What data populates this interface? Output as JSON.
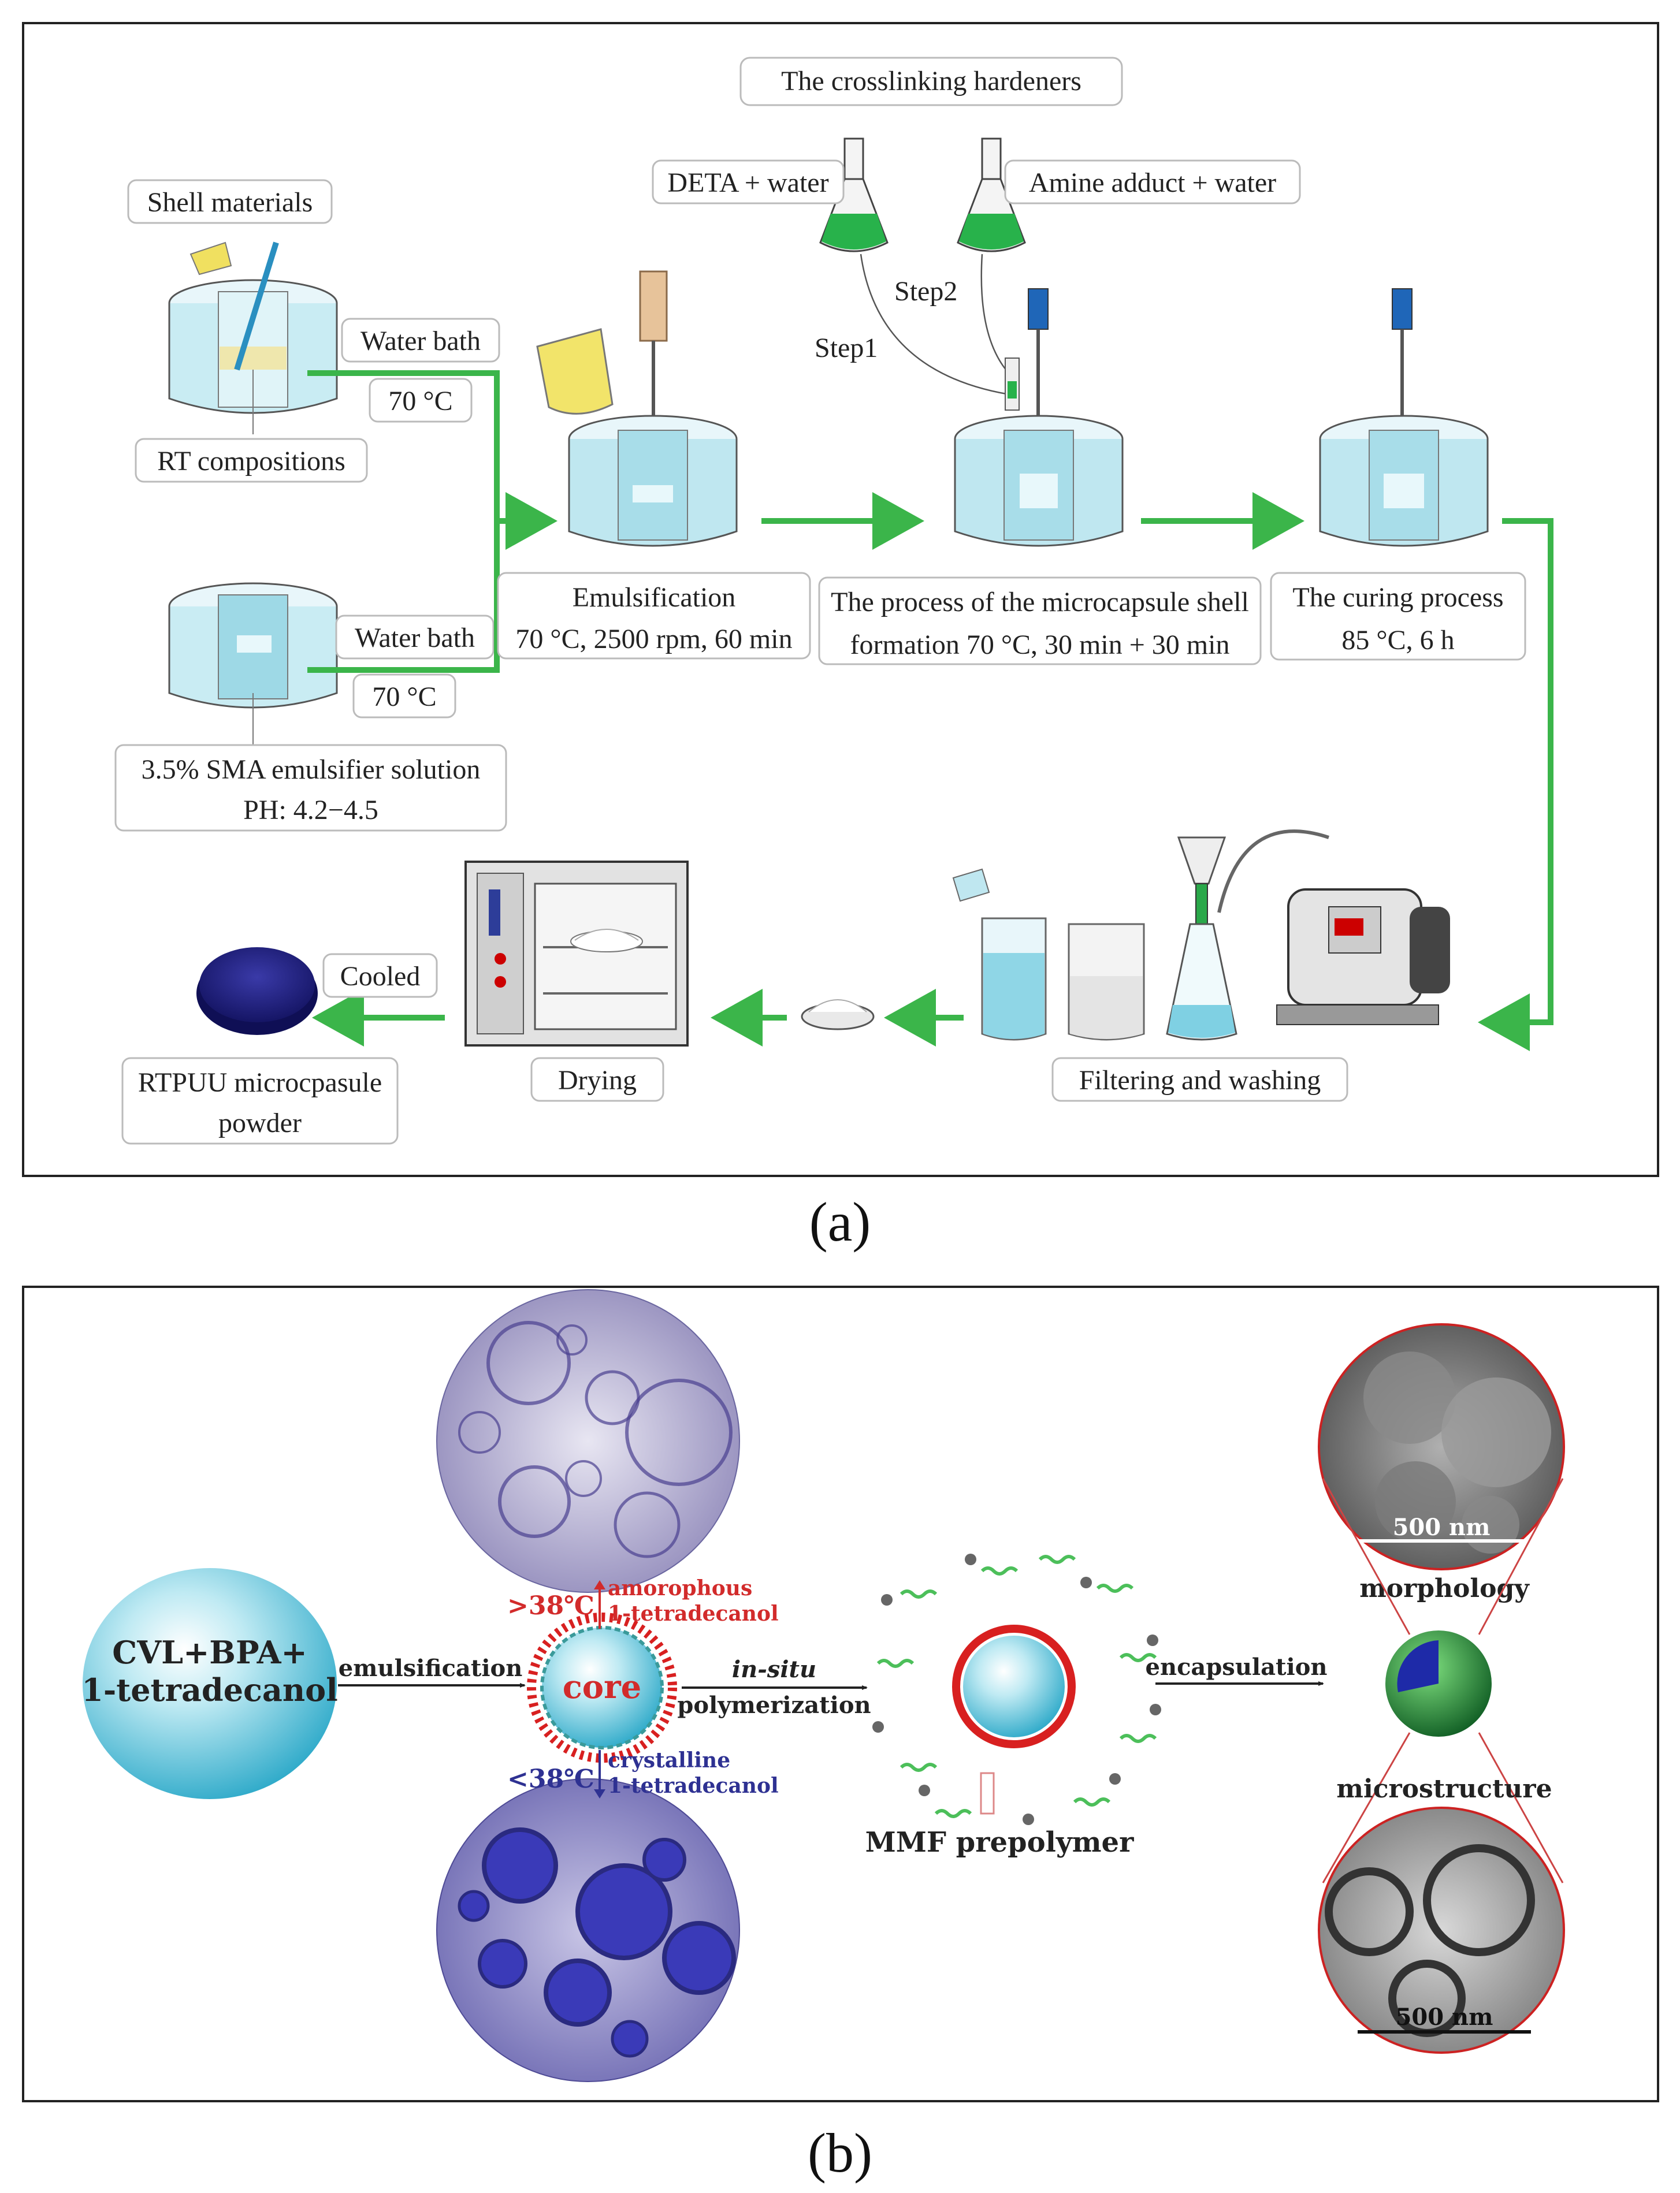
{
  "panel_a": {
    "caption": "(a)",
    "hardeners_title": "The crosslinking hardeners",
    "deta": "DETA + water",
    "amine": "Amine adduct + water",
    "step1": "Step1",
    "step2": "Step2",
    "shell_materials": "Shell materials",
    "water_bath_1": "Water bath",
    "temp_1": "70 °C",
    "rt_compositions": "RT compositions",
    "water_bath_2": "Water bath",
    "temp_2": "70 °C",
    "sma_line1": "3.5% SMA emulsifier solution",
    "sma_line2": "PH: 4.2−4.5",
    "emuls_line1": "Emulsification",
    "emuls_line2": "70 °C, 2500 rpm, 60 min",
    "shell_line1": "The process of the microcapsule shell",
    "shell_line2": "formation     70 °C, 30 min + 30 min",
    "curing_line1": "The curing process",
    "curing_line2": "85 °C, 6 h",
    "filtering": "Filtering and washing",
    "drying": "Drying",
    "cooled": "Cooled",
    "powder_line1": "RTPUU microcpasule",
    "powder_line2": "powder"
  },
  "panel_b": {
    "caption": "(b)",
    "drop_line1": "CVL+BPA+",
    "drop_line2": "1-tetradecanol",
    "emulsification": "emulsification",
    "core": "core",
    "above_temp": ">38℃",
    "amorphous_1": "amorophous",
    "amorphous_2": "1-tetradecanol",
    "below_temp": "<38℃",
    "crystalline_1": "crystalline",
    "crystalline_2": "1-tetradecanol",
    "insitu": "in-situ",
    "polymerization": "polymerization",
    "mmf": "MMF  prepolymer",
    "encapsulation": "encapsulation",
    "scale_top": "500 nm",
    "morphology": "morphology",
    "microstructure": "microstructure",
    "scale_bottom": "500 nm"
  },
  "colors": {
    "arrow_green": "#3bb54a",
    "red_text": "#d22b2b",
    "blue_text": "#2e3192",
    "water": "#b9e3ec",
    "sphere": "#7fd3e6"
  }
}
